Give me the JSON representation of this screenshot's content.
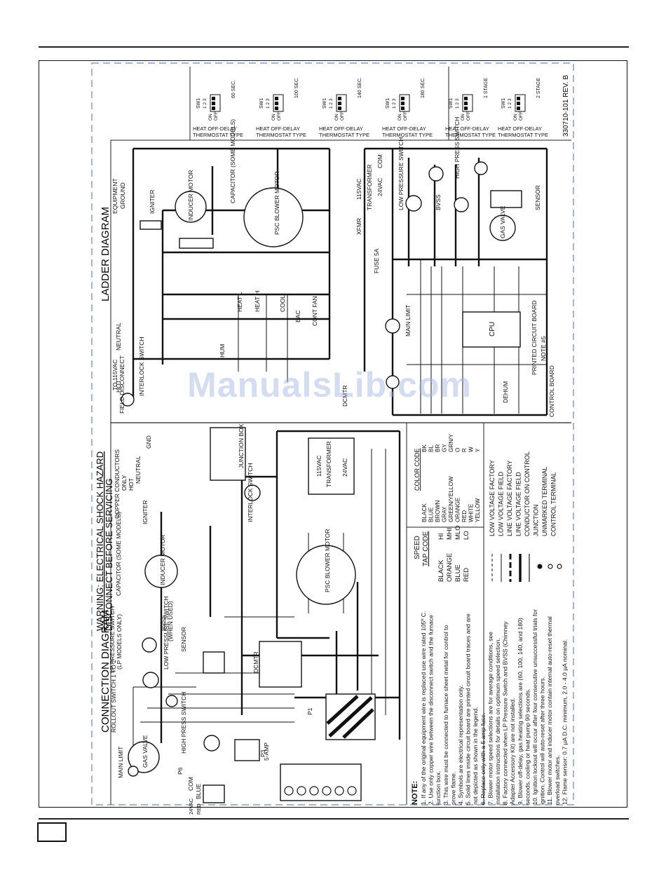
{
  "title_connection": "CONNECTION DIAGRAM",
  "title_ladder": "LADDER DIAGRAM",
  "warning_line1": "WARNING: ELECTRICAL SHOCK HAZARD",
  "warning_line2": "DISCONNECT BEFORE SERVICING",
  "doc_number": "330710-101  REV. B",
  "watermark": "ManualsLib.com",
  "switch_settings": [
    {
      "delay": "60 SEC.",
      "label1": "HEAT OFF-DELAY",
      "label2": "THERMOSTAT TYPE"
    },
    {
      "delay": "100 SEC.",
      "label1": "HEAT OFF-DELAY",
      "label2": "THERMOSTAT TYPE"
    },
    {
      "delay": "140 SEC.",
      "label1": "HEAT OFF-DELAY",
      "label2": "THERMOSTAT TYPE"
    },
    {
      "delay": "180 SEC.",
      "label1": "HEAT OFF-DELAY",
      "label2": "THERMOSTAT TYPE"
    },
    {
      "delay": "1 STAGE",
      "label1": "HEAT OFF-DELAY",
      "label2": "THERMOSTAT TYPE"
    },
    {
      "delay": "2 STAGE",
      "label1": "HEAT OFF-DELAY",
      "label2": "THERMOSTAT TYPE"
    }
  ],
  "sw_label": "SW1",
  "sw_pins": "1 2 3",
  "sw_on": "ON",
  "sw_off": "OFF",
  "speed_tap": {
    "title1": "SPEED",
    "title2": "TAP CODE",
    "rows": [
      [
        "BLACK",
        "HI"
      ],
      [
        "ORANGE",
        "MHI"
      ],
      [
        "BLUE",
        "MLO"
      ],
      [
        "RED",
        "LO"
      ]
    ]
  },
  "color_code": {
    "title": "COLOR CODE",
    "rows": [
      [
        "BLACK",
        "BK"
      ],
      [
        "BLUE",
        "BL"
      ],
      [
        "BROWN",
        "BR"
      ],
      [
        "GRAY",
        "GY"
      ],
      [
        "GREEN/YELLOW",
        "GRN/Y"
      ],
      [
        "ORANGE",
        "O"
      ],
      [
        "RED",
        "R"
      ],
      [
        "WHITE",
        "W"
      ],
      [
        "YELLOW",
        "Y"
      ]
    ]
  },
  "legend": [
    "LOW VOLTAGE FACTORY",
    "LOW VOLTAGE FIELD",
    "LINE VOLTAGE FACTORY",
    "LINE VOLTAGE FIELD",
    "CONDUCTOR ON CONTROL",
    "JUNCTION",
    "UNMARKED TERMINAL",
    "CONTROL TERMINAL"
  ],
  "notes_title": "NOTE:",
  "notes": [
    "1.  If any of the original equipment wire is replaced use wire rated 105º C.",
    "2.  Use only copper wire between the disconnect switch and the furnace",
    "     junction box.",
    "3.  This wire must be connected to furnace sheet metal for control to",
    "     prove flame.",
    "4.  Symbols are electrical representation only.",
    "5.  Solid lines inside circuit board are printed circuit board traces and are",
    "     not depicted as shown in the legend.",
    "6.  Replace only with a 5 amp fuse.",
    "7.  Blower motor speed selections are for average conditions, see",
    "     installation instructions for details on optimum speed selection.",
    "8.  Factory connected when LP Pressure Switch and BVSS (Chimney",
    "     Adapter Accessory Kit) are not installed.",
    "9.  Blower off-delay, gas heating selections are (60, 100, 140, and 180)",
    "     seconds, cooling or heat pump 90 seconds.",
    "10. Ignition lockout will occur after four consecutive unsuccessful trials for",
    "     ignition.  Control will auto-reset after three hours.",
    "11. Blower motor and inducer motor contain internal auto-reset thermal",
    "     overload switches.",
    "12. Flame sensor: 0.7 µA D.C. minimum, 2.0 - 4.0 µA nominal."
  ],
  "ladder_labels": {
    "to_115": "TO 115VAC",
    "field_disconnect": "FIELD DISCONNECT",
    "hot": "HOT",
    "neutral": "NEUTRAL",
    "equipment_ground": "EQUIPMENT",
    "ground": "GROUND",
    "interlock_switch": "INTERLOCK SWITCH",
    "igniter": "IGNITER",
    "inducer_motor": "INDUCER MOTOR",
    "capacitor": "CAPACITOR (SOME MODELS)",
    "psc_blower_motor": "PSC BLOWER MOTOR",
    "transformer": "TRANSFORMER",
    "vac115": "115VAC",
    "vac24": "24VAC",
    "fuse": "FUSE 5A",
    "cpu": "CPU",
    "gas_valve": "GAS VALVE",
    "main_limit": "MAIN LIMIT",
    "sensor": "SENSOR",
    "printed_circuit_board": "PRINTED CIRCUIT BOARD",
    "note5": "NOTE #5",
    "control_board": "CONTROL BOARD",
    "low_pressure_switch": "LOW PRESSURE SWITCH",
    "high_press_switch": "HIGH PRESS SWITCH",
    "bvss": "BVSS",
    "heat_l": "HEAT L",
    "heat_h": "HEAT H",
    "cool": "COOL",
    "eac": "EAC",
    "cont_fan": "CONT FAN",
    "hum": "HUM",
    "dehum": "DEHUM",
    "dcmtr": "DCMTR",
    "xfmr": "XFMR",
    "com": "COM"
  },
  "conn_labels": {
    "copper_conductors": "COPPER CONDUCTORS",
    "only": "ONLY",
    "junction_box": "JUNCTION BOX",
    "gnd": "GND",
    "hot": "HOT",
    "neutral": "NEUTRAL",
    "transformer": "TRANSFORMER",
    "vac115": "115VAC",
    "vac24": "24VAC",
    "interlock_switch": "INTERLOCK SWITCH",
    "igniter": "IGNITER",
    "inducer_motor": "INDUCER MOTOR",
    "capacitor": "CAPACITOR (SOME MODELS)",
    "psc_blower_motor": "PSC BLOWER MOTOR",
    "lp_pressure_switch": "LP PRESSURE SWITCH",
    "lp_models_only": "(LP MODELS ONLY)",
    "low_pressure_switch": "LOW PRESSURE SWITCH",
    "bvss": "BVSS",
    "when_used": "(WHEN USED)",
    "main_limit": "MAIN LIMIT",
    "gas_valve": "GAS VALVE",
    "rollout": "ROLLOUT SWITCH 1 TO 2",
    "high_press_switch": "HIGH PRESS SWITCH",
    "sensor": "SENSOR",
    "five_amp": "5-AMP",
    "dcmtr": "DCMTR",
    "p1": "P1",
    "p3": "P3",
    "p6": "P6",
    "com": "COM",
    "blue": "BLUE",
    "red": "RED",
    "vac24_small": "24VAC"
  },
  "colors": {
    "ink": "#111111",
    "watermark": "#9fb3e2",
    "border_dash": "#4a6fb5"
  }
}
